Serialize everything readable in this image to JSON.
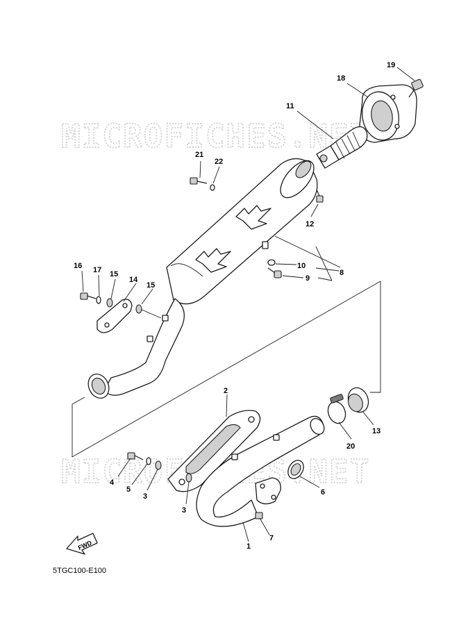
{
  "watermark": "MICROFICHES.NET",
  "diagram_code": "5TGC100-E100",
  "fwd_label": "FWD",
  "callouts": {
    "c1": "1",
    "c2": "2",
    "c3a": "3",
    "c3b": "3",
    "c4": "4",
    "c5": "5",
    "c6": "6",
    "c7": "7",
    "c8": "8",
    "c9": "9",
    "c10": "10",
    "c11": "11",
    "c12": "12",
    "c13": "13",
    "c14": "14",
    "c15a": "15",
    "c15b": "15",
    "c16": "16",
    "c17": "17",
    "c18": "18",
    "c19": "19",
    "c20": "20",
    "c21": "21",
    "c22": "22"
  }
}
